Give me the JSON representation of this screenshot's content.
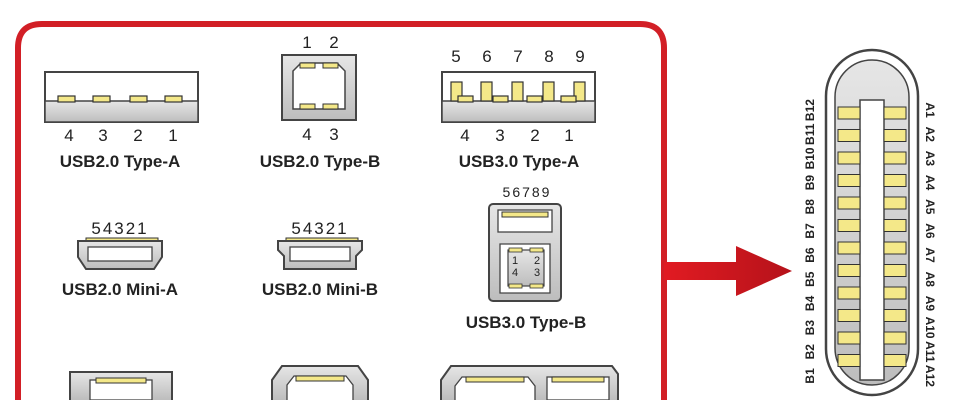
{
  "colors": {
    "frame": "#d21f26",
    "arrow": "#e11b22",
    "connector_fill": "#d8d8d8",
    "connector_stroke": "#444444",
    "pin_fill": "#f4e889",
    "pin_stroke": "#333333",
    "text": "#222222"
  },
  "connectors": {
    "usb20_type_a": {
      "label": "USB2.0 Type-A",
      "pins": [
        "4",
        "3",
        "2",
        "1"
      ]
    },
    "usb20_type_b": {
      "label": "USB2.0 Type-B",
      "pins_top": [
        "1",
        "2"
      ],
      "pins_bottom": [
        "4",
        "3"
      ]
    },
    "usb30_type_a": {
      "label": "USB3.0 Type-A",
      "pins_top": [
        "5",
        "6",
        "7",
        "8",
        "9"
      ],
      "pins_bottom": [
        "4",
        "3",
        "2",
        "1"
      ]
    },
    "usb20_mini_a": {
      "label": "USB2.0 Mini-A",
      "pins": "54321"
    },
    "usb20_mini_b": {
      "label": "USB2.0 Mini-B",
      "pins": "54321"
    },
    "usb30_type_b": {
      "label": "USB3.0 Type-B",
      "pins_top": "56789",
      "inner_pins": [
        "1",
        "2",
        "4",
        "3"
      ]
    },
    "type_c": {
      "left_pins": [
        "B1",
        "B2",
        "B3",
        "B4",
        "B5",
        "B6",
        "B7",
        "B8",
        "B9",
        "B10",
        "B11",
        "B12"
      ],
      "right_pins": [
        "A1",
        "A2",
        "A3",
        "A4",
        "A5",
        "A6",
        "A7",
        "A8",
        "A9",
        "A10",
        "A11",
        "A12"
      ]
    }
  }
}
